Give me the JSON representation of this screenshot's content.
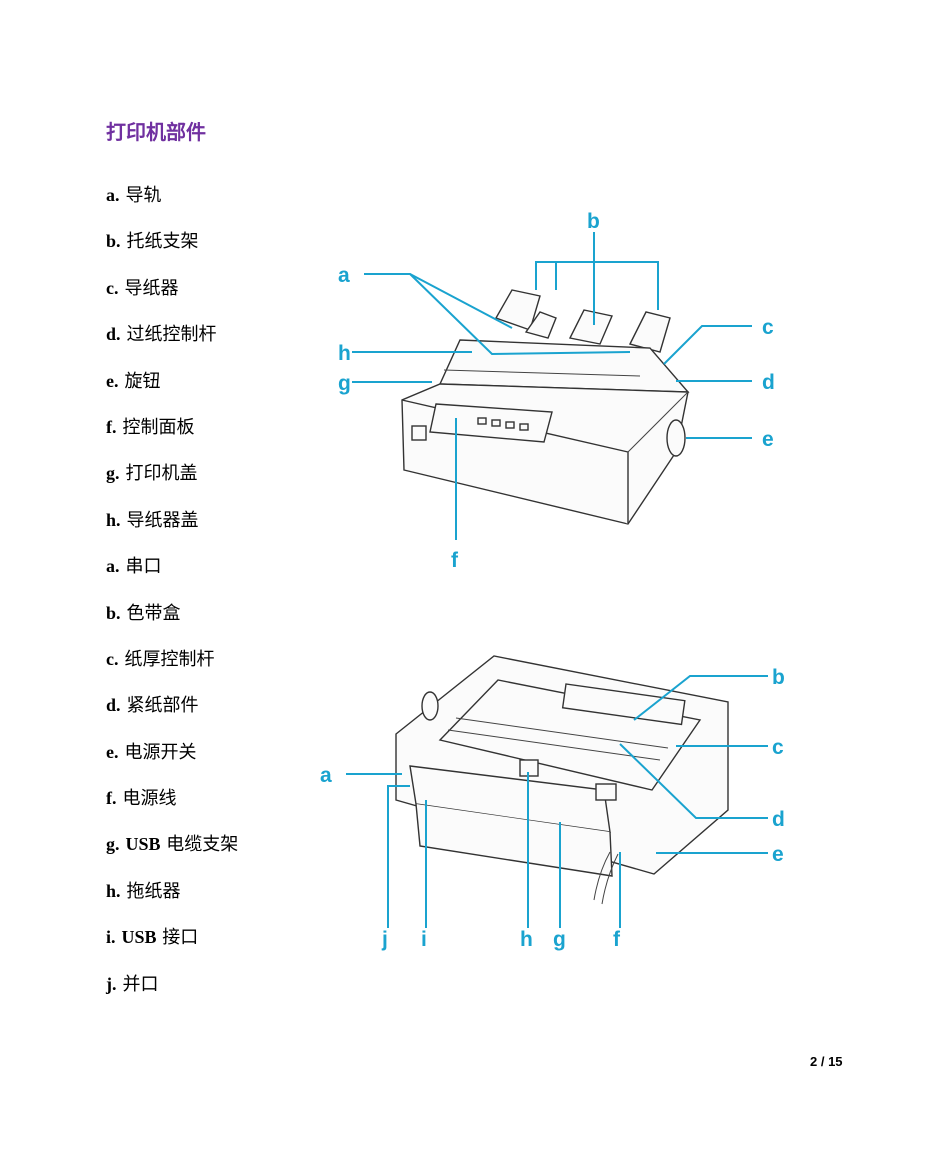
{
  "heading": "打印机部件",
  "parts": [
    {
      "key": "a.",
      "text": "导轨"
    },
    {
      "key": "b.",
      "text": "托纸支架"
    },
    {
      "key": "c.",
      "text": "导纸器"
    },
    {
      "key": "d.",
      "text": "过纸控制杆"
    },
    {
      "key": "e.",
      "text": "旋钮"
    },
    {
      "key": "f.",
      "text": "控制面板"
    },
    {
      "key": "g.",
      "text": "打印机盖"
    },
    {
      "key": "h.",
      "text": "导纸器盖"
    },
    {
      "key": "a.",
      "text": "串口"
    },
    {
      "key": "b.",
      "text": "色带盒"
    },
    {
      "key": "c.",
      "text": "纸厚控制杆"
    },
    {
      "key": "d.",
      "text": "紧纸部件"
    },
    {
      "key": "e.",
      "text": "电源开关"
    },
    {
      "key": "f.",
      "text": "电源线"
    },
    {
      "key": "g.",
      "text": "电缆支架",
      "bold_prefix": "USB"
    },
    {
      "key": "h.",
      "text": "拖纸器"
    },
    {
      "key": "i.",
      "text": "接口",
      "bold_prefix": "USB"
    },
    {
      "key": "j.",
      "text": "并口"
    }
  ],
  "figure_top_labels": {
    "a": "a",
    "b": "b",
    "c": "c",
    "d": "d",
    "e": "e",
    "f": "f",
    "g": "g",
    "h": "h"
  },
  "figure_bottom_labels": {
    "a": "a",
    "b": "b",
    "c": "c",
    "d": "d",
    "e": "e",
    "f": "f",
    "g": "g",
    "h": "h",
    "i": "i",
    "j": "j"
  },
  "page_number": "2 / 15",
  "colors": {
    "heading": "#7030a0",
    "callout": "#1aa3cf"
  }
}
